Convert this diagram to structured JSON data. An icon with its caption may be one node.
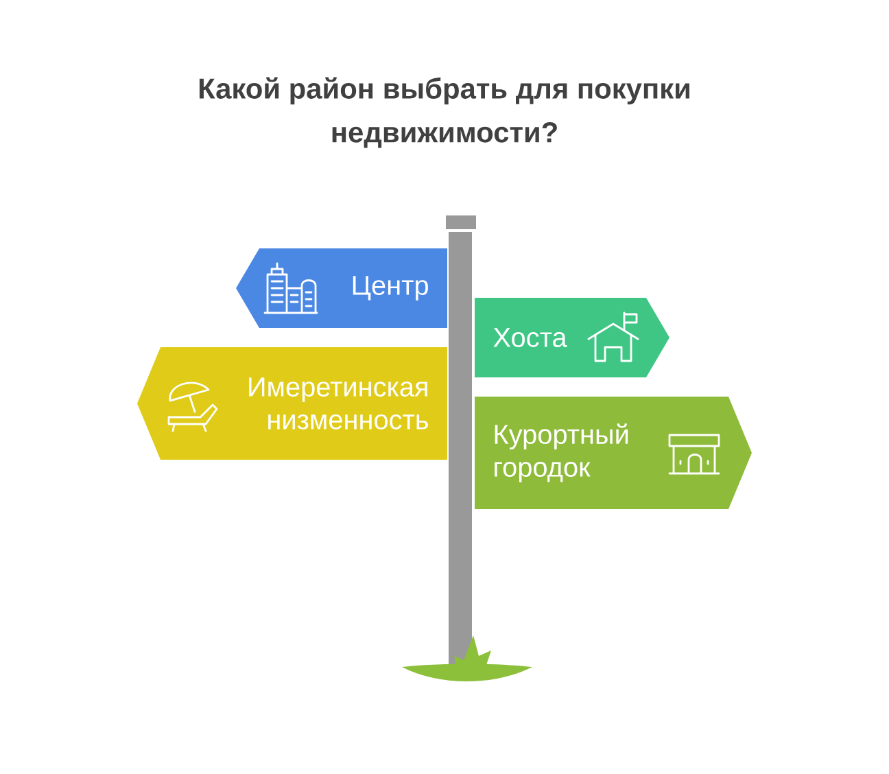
{
  "diagram": {
    "title": "Какой район выбрать для покупки недвижимости?",
    "nodes": [
      {
        "text": [
          "Центр"
        ]
      },
      {
        "text": [
          "Хоста"
        ]
      },
      {
        "text": [
          "Имеретинская низменность"
        ]
      },
      {
        "text": [
          "Курортный городок"
        ]
      }
    ]
  }
}
